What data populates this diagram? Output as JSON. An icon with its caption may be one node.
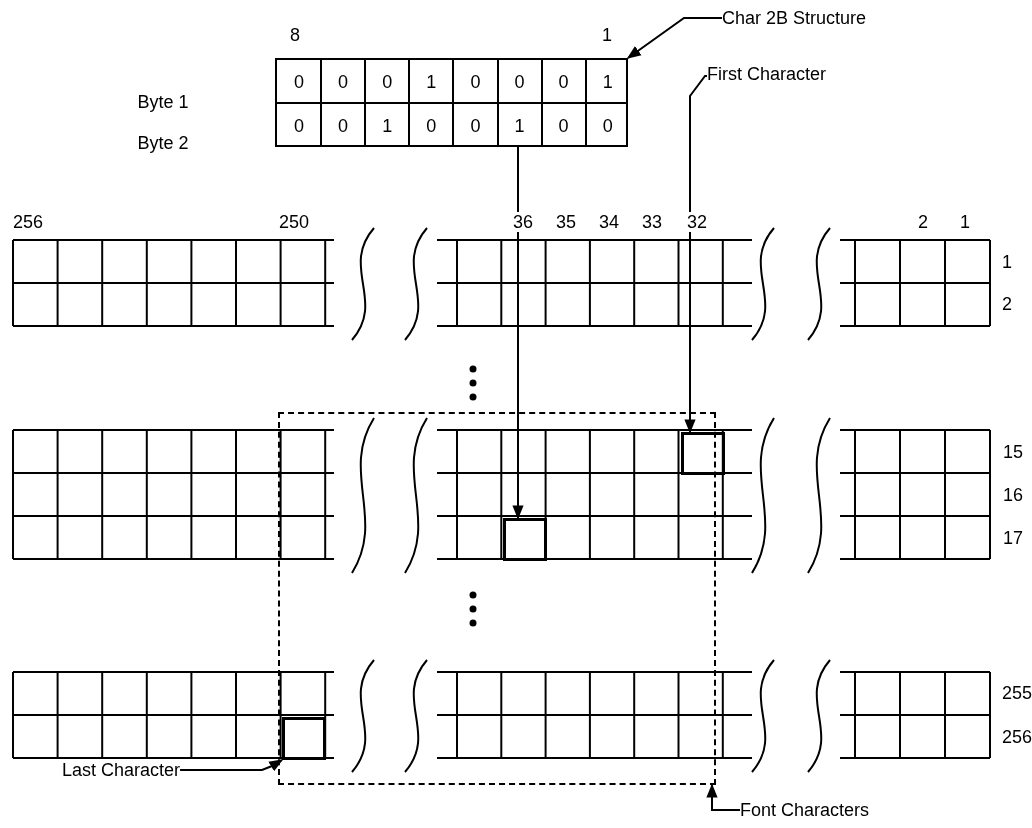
{
  "diagram": {
    "nodes": [
      {
        "text": [
          "Char 2B Structure"
        ]
      },
      {
        "text": [],
        "shape": "box"
      },
      {
        "text": [
          "First Character"
        ]
      },
      {
        "text": [],
        "shape": "box"
      },
      {
        "text": [],
        "shape": "box",
        "in": 3
      },
      {
        "text": [],
        "shape": "box",
        "in": 3
      },
      {
        "text": [
          "Last Character"
        ]
      },
      {
        "text": [],
        "shape": "box",
        "in": 3
      },
      {
        "text": [
          "Font Characters"
        ]
      }
    ],
    "edges": [
      {
        "from": 0,
        "to": 1,
        "arrow": "to"
      },
      {
        "from": 1,
        "to": 5,
        "arrow": "to"
      },
      {
        "from": 2,
        "to": 4,
        "arrow": "to"
      },
      {
        "from": 6,
        "to": 7,
        "arrow": "to"
      },
      {
        "from": 8,
        "to": 3,
        "arrow": "to"
      }
    ],
    "labels": [
      "8",
      "1",
      "Byte 1",
      "0",
      "0",
      "0",
      "1",
      "0",
      "0",
      "0",
      "1",
      "Byte 2",
      "0",
      "0",
      "1",
      "0",
      "0",
      "1",
      "0",
      "0",
      "256",
      "250",
      "36",
      "35",
      "34",
      "33",
      "32",
      "2",
      "1",
      "1",
      "2",
      "15",
      "16",
      "17",
      "255",
      "256"
    ]
  }
}
